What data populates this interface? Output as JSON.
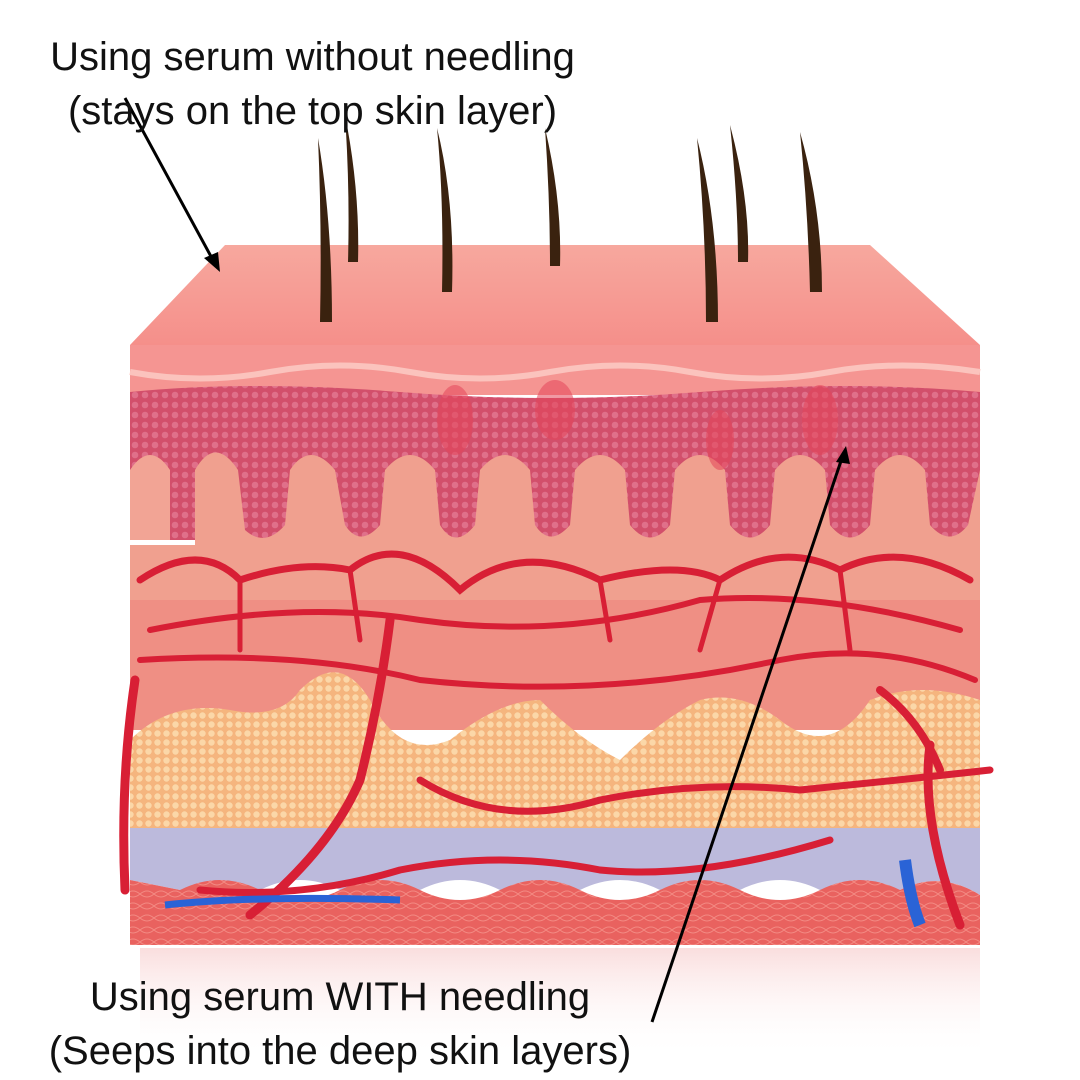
{
  "captions": {
    "top": {
      "line1": "Using serum without needling",
      "line2": "(stays on the top skin layer)"
    },
    "bottom": {
      "line1": "Using serum WITH needling",
      "line2": "(Seeps into the deep skin layers)"
    }
  },
  "colors": {
    "epidermis": "#f49a92",
    "cell_layer": "#d9506a",
    "dermis": "#f0928a",
    "fat": "#f7c48e",
    "fascia": "#b9b8dc",
    "muscle": "#ea6f6a",
    "artery": "#d81f35",
    "vein": "#2a63d6",
    "hair": "#3a220f",
    "arrow": "#000000"
  }
}
